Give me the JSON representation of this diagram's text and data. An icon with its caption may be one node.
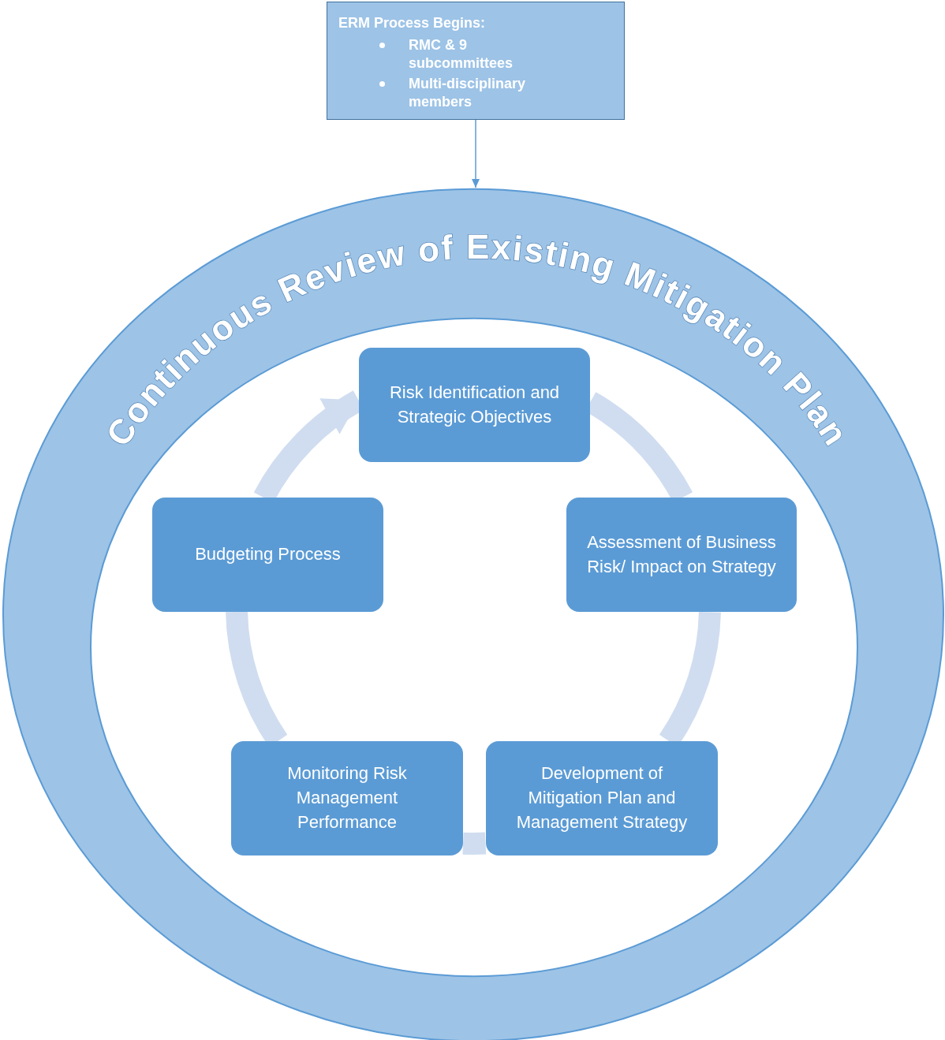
{
  "diagram": {
    "nodes": [
      {
        "text": [
          "ERM Process Begins:",
          "RMC & 9 subcommittees",
          "Multi-disciplinary members"
        ]
      },
      {
        "text": [
          "Continuous Review of Existing Mitigation Plan"
        ]
      },
      {
        "text": [
          "Risk Identification and Strategic Objectives"
        ],
        "in": 1
      },
      {
        "text": [
          "Assessment  of Business Risk/ Impact on Strategy"
        ],
        "in": 1
      },
      {
        "text": [
          "Development of Mitigation Plan and Management Strategy"
        ],
        "in": 1
      },
      {
        "text": [
          "Monitoring Risk Management Performance"
        ],
        "in": 1
      },
      {
        "text": [
          "Budgeting Process"
        ],
        "in": 1
      }
    ],
    "edges": [
      {
        "from": 0,
        "to": 1,
        "arrow": "to",
        "color": "#5b9bd5"
      },
      {
        "from": 2,
        "to": 3,
        "arrow": "none"
      },
      {
        "from": 3,
        "to": 4,
        "arrow": "none"
      },
      {
        "from": 4,
        "to": 5,
        "arrow": "none"
      },
      {
        "from": 5,
        "to": 6,
        "arrow": "none"
      },
      {
        "from": 6,
        "to": 2,
        "arrow": "to"
      }
    ]
  }
}
